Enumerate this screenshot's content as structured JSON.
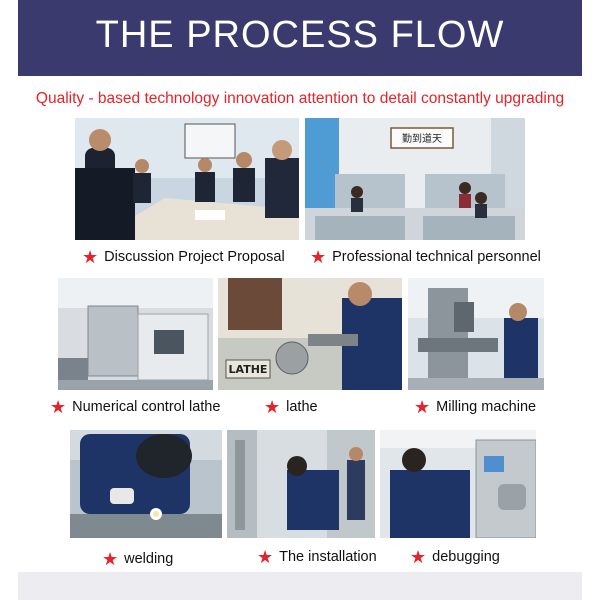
{
  "header": {
    "title": "THE PROCESS FLOW"
  },
  "tagline": "Quality - based technology innovation attention to detail constantly upgrading",
  "colors": {
    "header_bg": "#3a3a6e",
    "accent_red": "#e4232a"
  },
  "star_icon": "★",
  "steps": [
    {
      "caption": "Discussion Project Proposal"
    },
    {
      "caption": "Professional technical personnel"
    },
    {
      "caption": "Numerical control lathe"
    },
    {
      "caption": "lathe"
    },
    {
      "caption": "Milling machine"
    },
    {
      "caption": "welding"
    },
    {
      "caption": "The installation"
    },
    {
      "caption": "debugging"
    }
  ],
  "photo_texts": {
    "office_sign": "勤到道天",
    "lathe_label": "LATHE"
  }
}
